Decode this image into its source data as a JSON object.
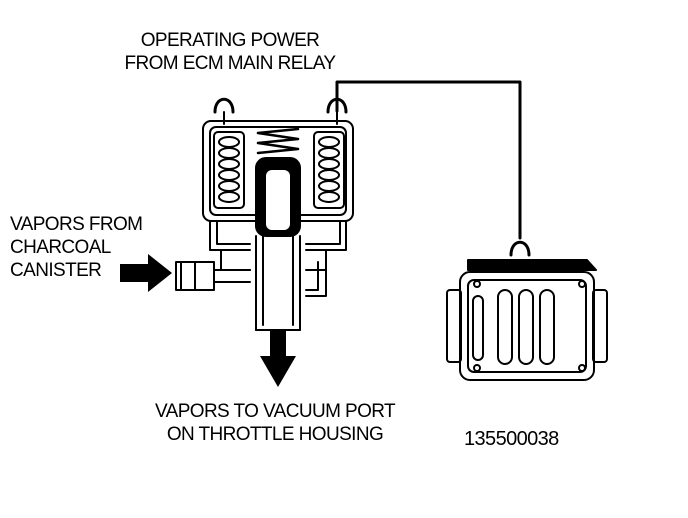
{
  "labels": {
    "operating_power": [
      "OPERATING POWER",
      "FROM ECM MAIN RELAY"
    ],
    "vapors_from": [
      "VAPORS FROM",
      "CHARCOAL",
      "CANISTER"
    ],
    "vapors_to": [
      "VAPORS TO VACUUM PORT",
      "ON THROTTLE HOUSING"
    ],
    "figure_number": "135500038"
  },
  "colors": {
    "ink": "#000000",
    "paper": "#ffffff"
  }
}
